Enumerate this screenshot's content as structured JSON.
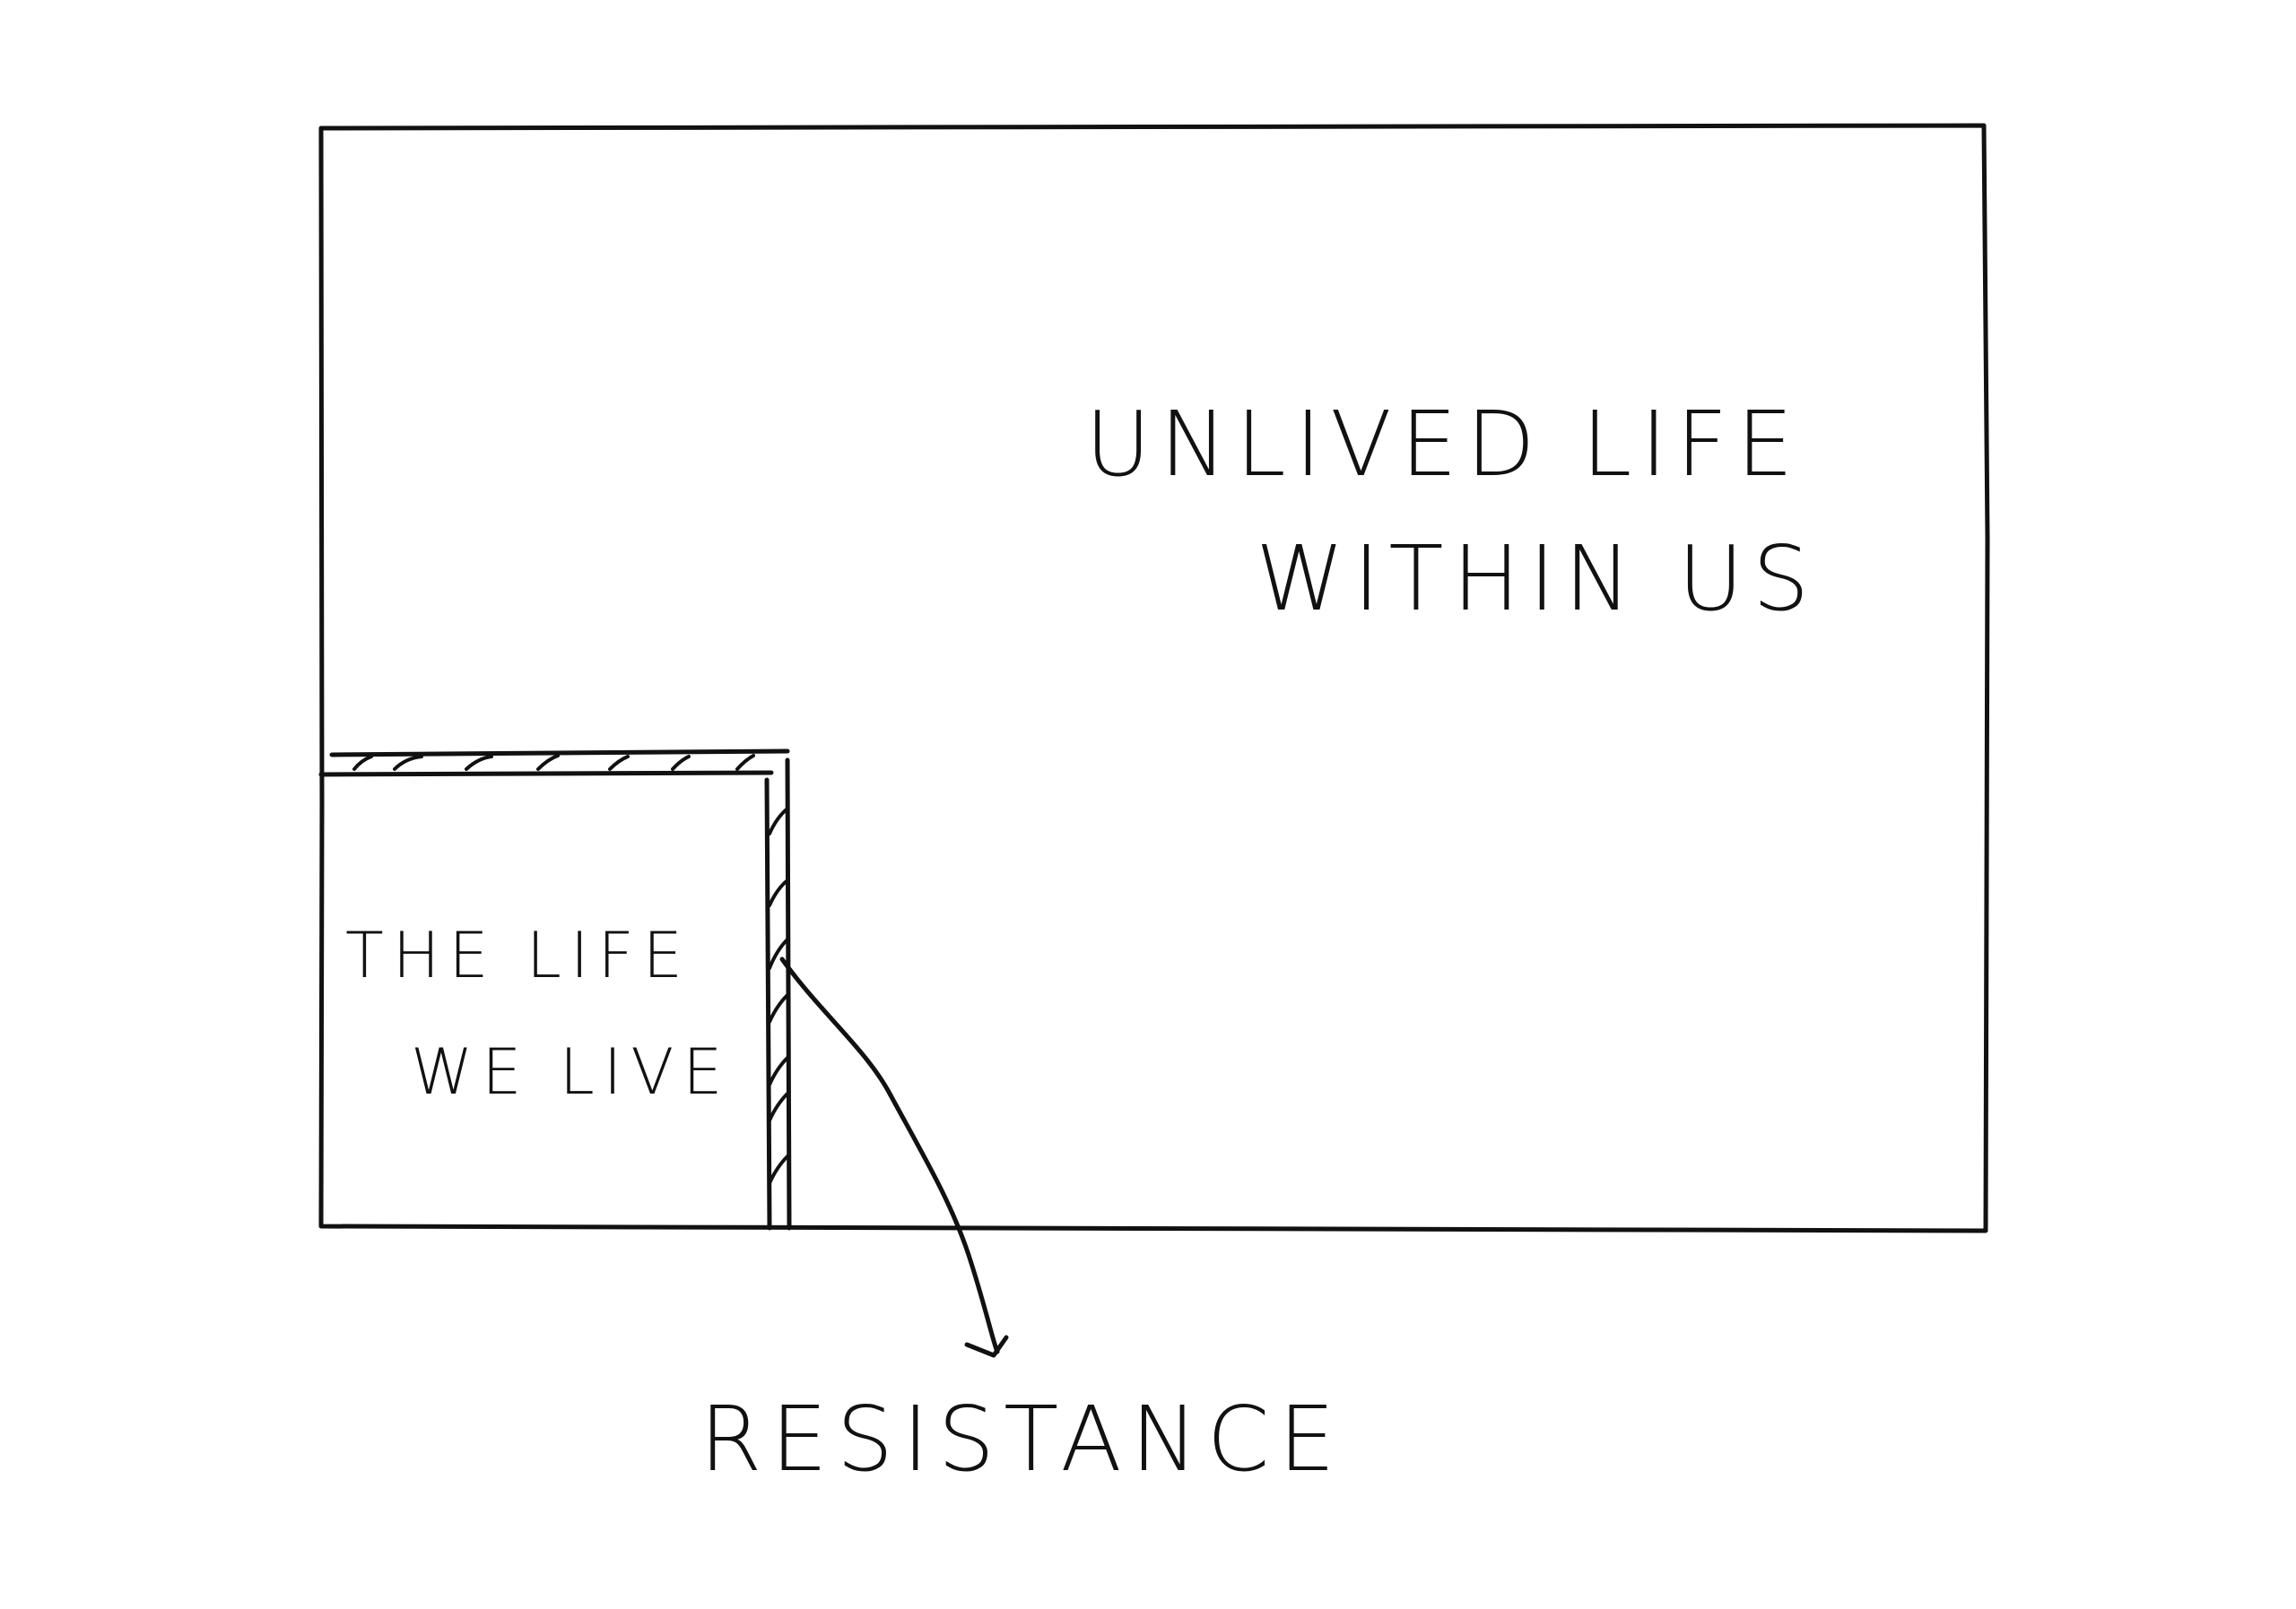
{
  "diagram": {
    "labels": {
      "unlived_line1": "UNLIVED LIFE",
      "unlived_line2": "WITHIN US",
      "lived_line1": "THE LIFE",
      "lived_line2": "WE LIVE",
      "resistance": "RESISTANCE"
    },
    "colors": {
      "ink": "#111111",
      "background": "#ffffff"
    }
  }
}
